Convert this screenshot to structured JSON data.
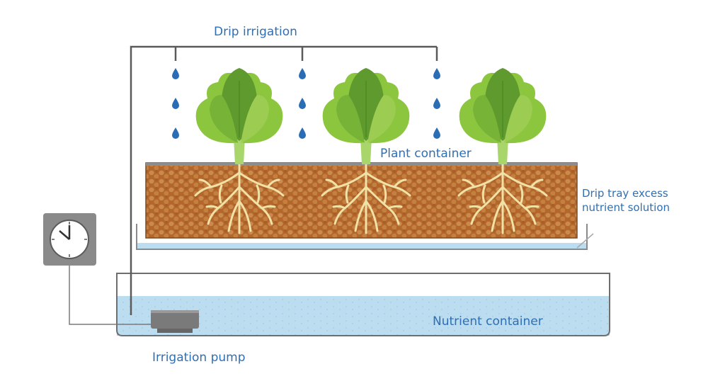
{
  "labels": {
    "drip_irrigation": "Drip irrigation",
    "plant_container": "Plant container",
    "drip_tray_line1": "Drip tray excess",
    "drip_tray_line2": "nutrient solution",
    "nutrient_container": "Nutrient container",
    "irrigation_pump": "Irrigation pump"
  },
  "colors": {
    "label_text": "#2f6fb3",
    "pipe": "#5a5a5a",
    "droplet": "#2a6db5",
    "soil": "#b4672c",
    "soil_pebble": "#c98a4b",
    "root": "#f0e2a6",
    "leaf_light": "#8cc63f",
    "leaf_dark": "#5f9a2e",
    "water": "#bcdcf0",
    "timer_box": "#8a8a8a",
    "pump": "#7a7a7a"
  },
  "icons": {
    "timer": "clock-icon",
    "pump": "pump-icon",
    "plant": "lettuce-icon",
    "droplet": "water-drop-icon"
  },
  "plants": [
    {
      "name": "lettuce-1"
    },
    {
      "name": "lettuce-2"
    },
    {
      "name": "lettuce-3"
    }
  ]
}
